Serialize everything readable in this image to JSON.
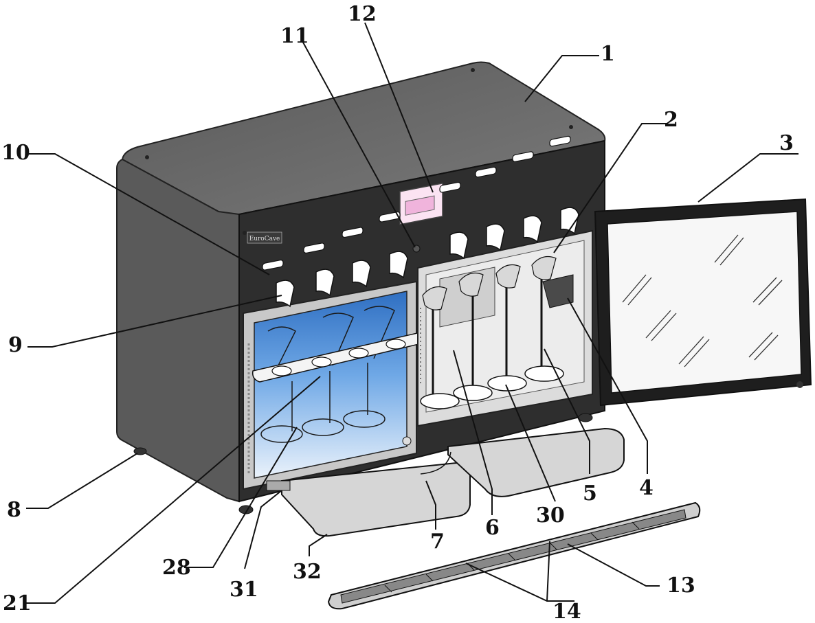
{
  "diagram": {
    "callouts": [
      "1",
      "2",
      "3",
      "4",
      "5",
      "6",
      "7",
      "8",
      "9",
      "10",
      "11",
      "12",
      "13",
      "14",
      "21",
      "28",
      "30",
      "31",
      "32"
    ],
    "brand_logo_text": "EuroCave"
  },
  "colors": {
    "cabinet_body": "#5c5c5c",
    "cabinet_top": "#6e6e6e",
    "front_panel": "#2e2e2e",
    "interior_light": "#e8e8e8",
    "blue_glow": "#3d86d6",
    "door_glass": "#f7f7f7",
    "drip_tray": "#d6d6d6",
    "display_pink": "#f0b4dc"
  }
}
